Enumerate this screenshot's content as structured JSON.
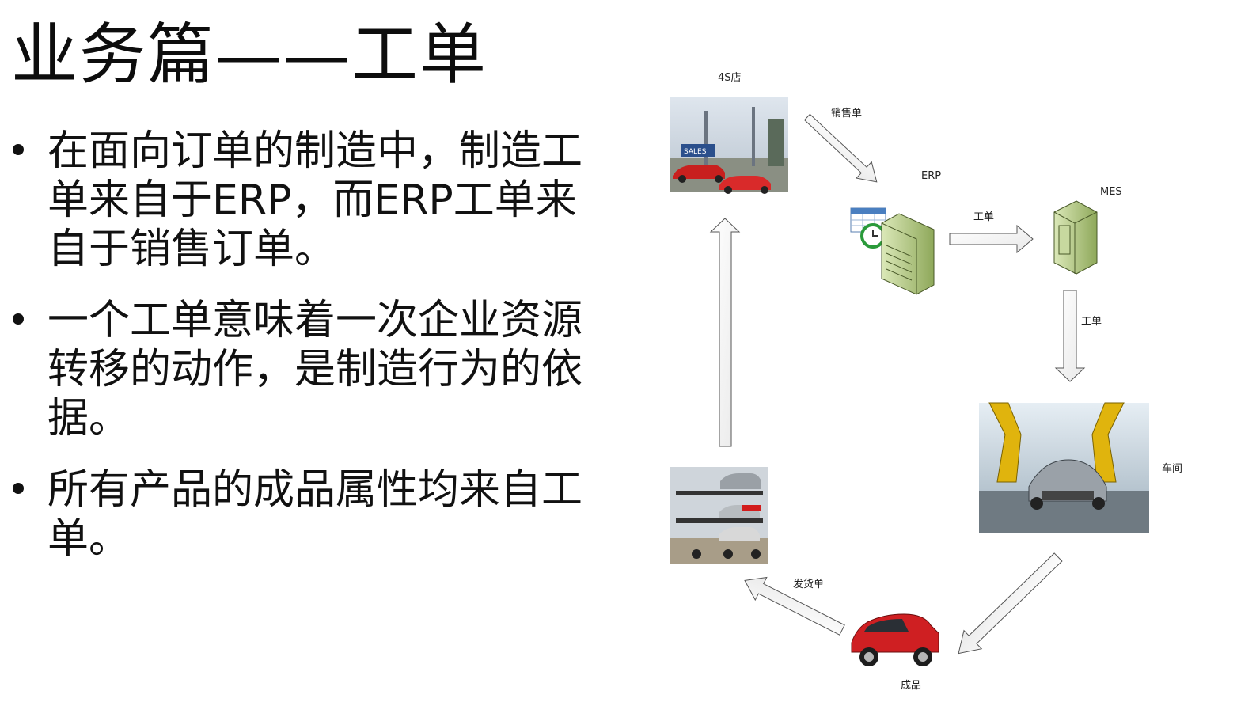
{
  "title": "业务篇——工单",
  "bullets": [
    "在面向订单的制造中，制造工单来自于ERP，而ERP工单来自于销售订单。",
    "一个工单意味着一次企业资源转移的动作，是制造行为的依据。",
    "所有产品的成品属性均来自工单。"
  ],
  "diagram": {
    "nodes": {
      "dealer": "4S店",
      "erp": "ERP",
      "mes": "MES",
      "workshop": "车间",
      "product": "成品"
    },
    "edges": {
      "sales_order": "销售单",
      "work_order_1": "工单",
      "work_order_2": "工单",
      "delivery_order": "发货单"
    },
    "image_notes": {
      "dealer_sign": "SALES"
    }
  }
}
